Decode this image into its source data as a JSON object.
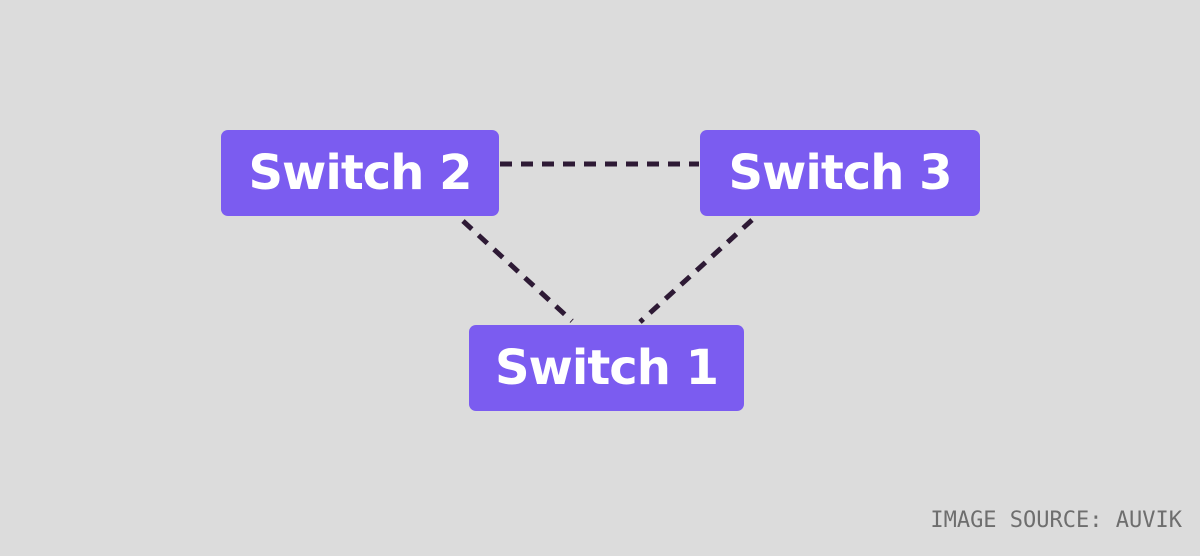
{
  "diagram": {
    "nodes": [
      {
        "id": "switch-2",
        "label": "Switch 2"
      },
      {
        "id": "switch-3",
        "label": "Switch 3"
      },
      {
        "id": "switch-1",
        "label": "Switch 1"
      }
    ],
    "links": [
      {
        "from": "switch-2",
        "to": "switch-3",
        "style": "dashed"
      },
      {
        "from": "switch-2",
        "to": "switch-1",
        "style": "dashed"
      },
      {
        "from": "switch-3",
        "to": "switch-1",
        "style": "dashed"
      }
    ]
  },
  "source_caption": "IMAGE SOURCE: AUVIK",
  "colors": {
    "background": "#dcdcdc",
    "node_fill": "#7b5cf0",
    "node_text": "#ffffff",
    "link": "#2e1a35",
    "caption": "#6e6e6e"
  }
}
